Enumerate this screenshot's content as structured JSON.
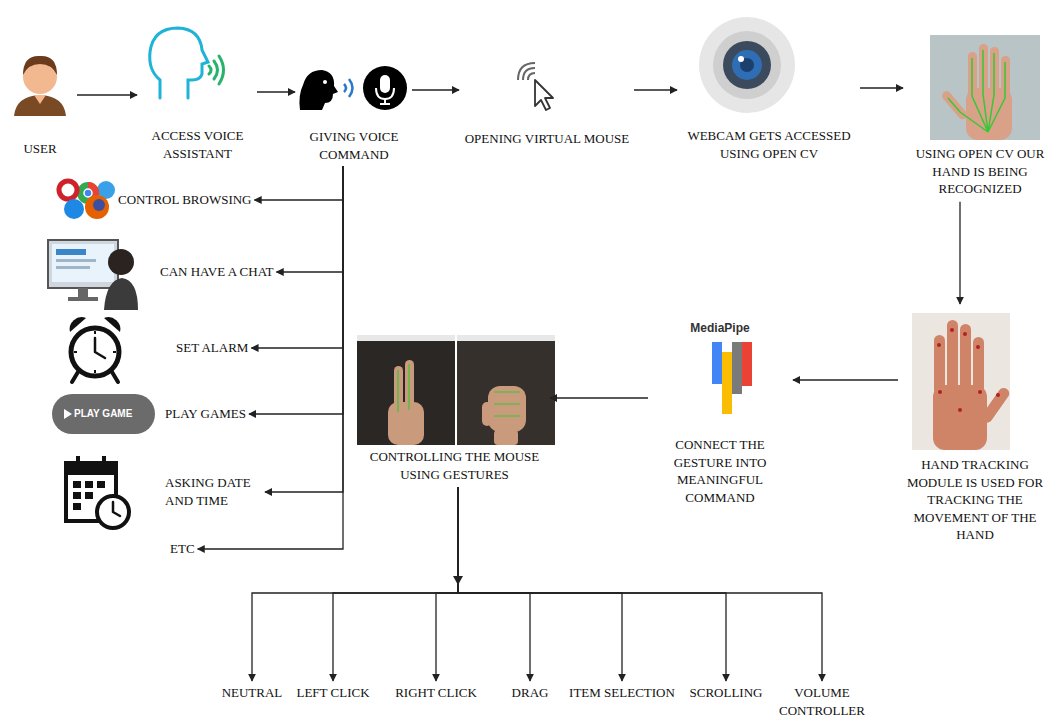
{
  "diagram": {
    "nodes": [
      {
        "text": [
          "USER"
        ]
      },
      {
        "text": [
          "ACCESS VOICE ASSISTANT"
        ]
      },
      {
        "text": [
          "GIVING VOICE COMMAND"
        ]
      },
      {
        "text": [
          "OPENING VIRTUAL MOUSE"
        ]
      },
      {
        "text": [
          "WEBCAM GETS ACCESSED USING OPEN CV"
        ]
      },
      {
        "text": [
          "USING OPEN CV OUR HAND IS BEING RECOGNIZED"
        ]
      },
      {
        "text": [
          "HAND TRACKING MODULE IS USED FOR TRACKING THE MOVEMENT OF THE HAND"
        ]
      },
      {
        "text": [
          "MediaPipe",
          "CONNECT THE GESTURE INTO MEANINGFUL COMMAND"
        ]
      },
      {
        "text": [
          "CONTROLLING THE MOUSE USING GESTURES"
        ]
      },
      {
        "text": [
          "CONTROL BROWSING"
        ]
      },
      {
        "text": [
          "CAN HAVE A CHAT"
        ]
      },
      {
        "text": [
          "SET ALARM"
        ]
      },
      {
        "text": [
          "PLAY GAME",
          "PLAY GAMES"
        ]
      },
      {
        "text": [
          "ASKING DATE AND TIME"
        ]
      },
      {
        "text": [
          "ETC"
        ]
      },
      {
        "text": [
          "NEUTRAL"
        ]
      },
      {
        "text": [
          "LEFT CLICK"
        ]
      },
      {
        "text": [
          "RIGHT CLICK"
        ]
      },
      {
        "text": [
          "DRAG"
        ]
      },
      {
        "text": [
          "ITEM SELECTION"
        ]
      },
      {
        "text": [
          "SCROLLING"
        ]
      },
      {
        "text": [
          "VOLUME CONTROLLER"
        ]
      }
    ],
    "edges": [
      {
        "from": 0,
        "to": 1,
        "arrow": "to"
      },
      {
        "from": 1,
        "to": 2,
        "arrow": "to"
      },
      {
        "from": 2,
        "to": 3,
        "arrow": "to"
      },
      {
        "from": 3,
        "to": 4,
        "arrow": "to"
      },
      {
        "from": 4,
        "to": 5,
        "arrow": "to"
      },
      {
        "from": 5,
        "to": 6,
        "arrow": "to"
      },
      {
        "from": 6,
        "to": 7,
        "arrow": "to"
      },
      {
        "from": 7,
        "to": 8,
        "arrow": "to"
      },
      {
        "from": 2,
        "to": 9,
        "arrow": "to"
      },
      {
        "from": 2,
        "to": 10,
        "arrow": "to"
      },
      {
        "from": 2,
        "to": 11,
        "arrow": "to"
      },
      {
        "from": 2,
        "to": 12,
        "arrow": "to"
      },
      {
        "from": 2,
        "to": 13,
        "arrow": "to"
      },
      {
        "from": 2,
        "to": 14,
        "arrow": "to"
      },
      {
        "from": 8,
        "to": 15,
        "arrow": "to"
      },
      {
        "from": 8,
        "to": 16,
        "arrow": "to"
      },
      {
        "from": 8,
        "to": 17,
        "arrow": "to"
      },
      {
        "from": 8,
        "to": 18,
        "arrow": "to"
      },
      {
        "from": 8,
        "to": 19,
        "arrow": "to"
      },
      {
        "from": 8,
        "to": 20,
        "arrow": "to"
      },
      {
        "from": 8,
        "to": 21,
        "arrow": "to"
      }
    ]
  }
}
